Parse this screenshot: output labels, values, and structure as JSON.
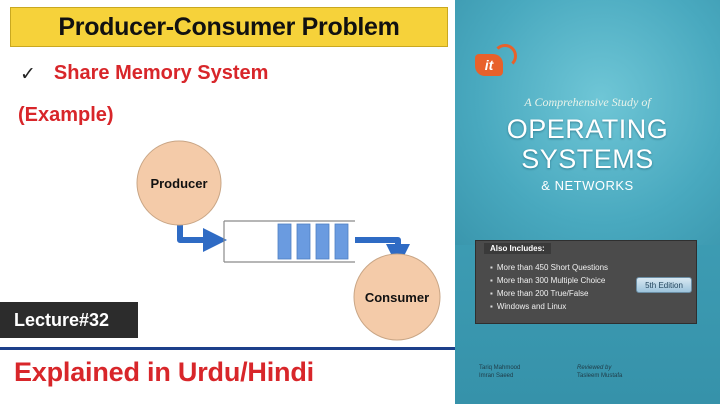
{
  "slide": {
    "title": "Producer-Consumer Problem",
    "bullet_mark": "✓",
    "bullet_text": "Share Memory System",
    "example_text": "(Example)",
    "lecture_badge": "Lecture#32",
    "footer_text": "Explained in Urdu/Hindi"
  },
  "diagram": {
    "producer_label": "Producer",
    "consumer_label": "Consumer",
    "buffer_slots_filled": 4,
    "colors": {
      "node_fill": "#f4cba9",
      "node_stroke": "#c9a686",
      "slot_fill": "#6a9be0",
      "arrow": "#2f6bc4"
    }
  },
  "book": {
    "publisher_logo": "it",
    "subtitle": "A Comprehensive Study of",
    "title_line1": "OPERATING",
    "title_line2": "SYSTEMS",
    "title_line3": "& NETWORKS",
    "also_includes": "Also Includes:",
    "features": [
      "More than 450 Short Questions",
      "More than 300 Multiple Choice",
      "More than 200 True/False",
      "Windows and Linux"
    ],
    "edition": "5th Edition",
    "authors": [
      "Tariq Mahmood",
      "Imran Saeed"
    ],
    "reviewed_by": "Reviewed by",
    "reviewer": "Tasleem Mustafa"
  },
  "colors": {
    "title_bar": "#f6d23a",
    "accent_red": "#d8262a",
    "badge_bg": "#2c2c2c",
    "divider": "#1d3f8a",
    "cover_teal": "#3f9fb6"
  }
}
